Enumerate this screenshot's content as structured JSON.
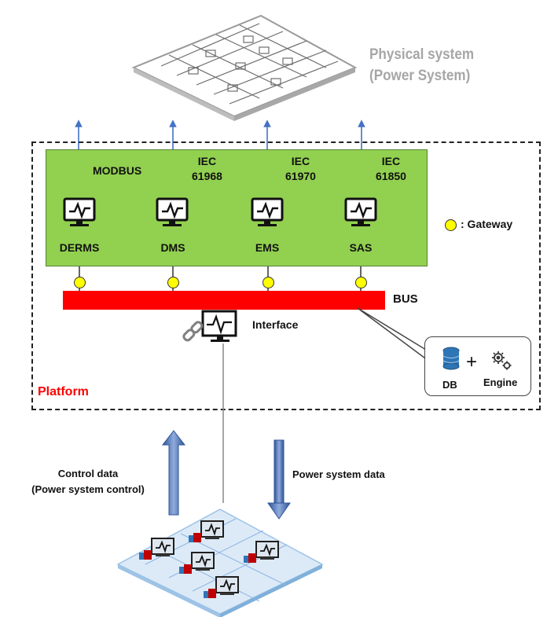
{
  "physical_system": {
    "line1": "Physical system",
    "line2": "(Power System)"
  },
  "protocols": [
    {
      "line1": "MODBUS",
      "line2": ""
    },
    {
      "line1": "IEC",
      "line2": "61968"
    },
    {
      "line1": "IEC",
      "line2": "61970"
    },
    {
      "line1": "IEC",
      "line2": "61850"
    }
  ],
  "systems": [
    "DERMS",
    "DMS",
    "EMS",
    "SAS"
  ],
  "legend": {
    "gateway": ": Gateway"
  },
  "bus_label": "BUS",
  "interface_label": "Interface",
  "callout": {
    "db": "DB",
    "plus": "+",
    "engine": "Engine"
  },
  "platform_label": "Platform",
  "arrows": {
    "control_line1": "Control data",
    "control_line2": "(Power system control)",
    "power_data": "Power system data"
  },
  "colors": {
    "platform_green": "#92d050",
    "bus_red": "#ff0000",
    "gateway_yellow": "#ffff00",
    "platform_label_red": "#ff0000",
    "arrow_blue": "#4472c4",
    "physical_label_gray": "#a6a6a6"
  }
}
